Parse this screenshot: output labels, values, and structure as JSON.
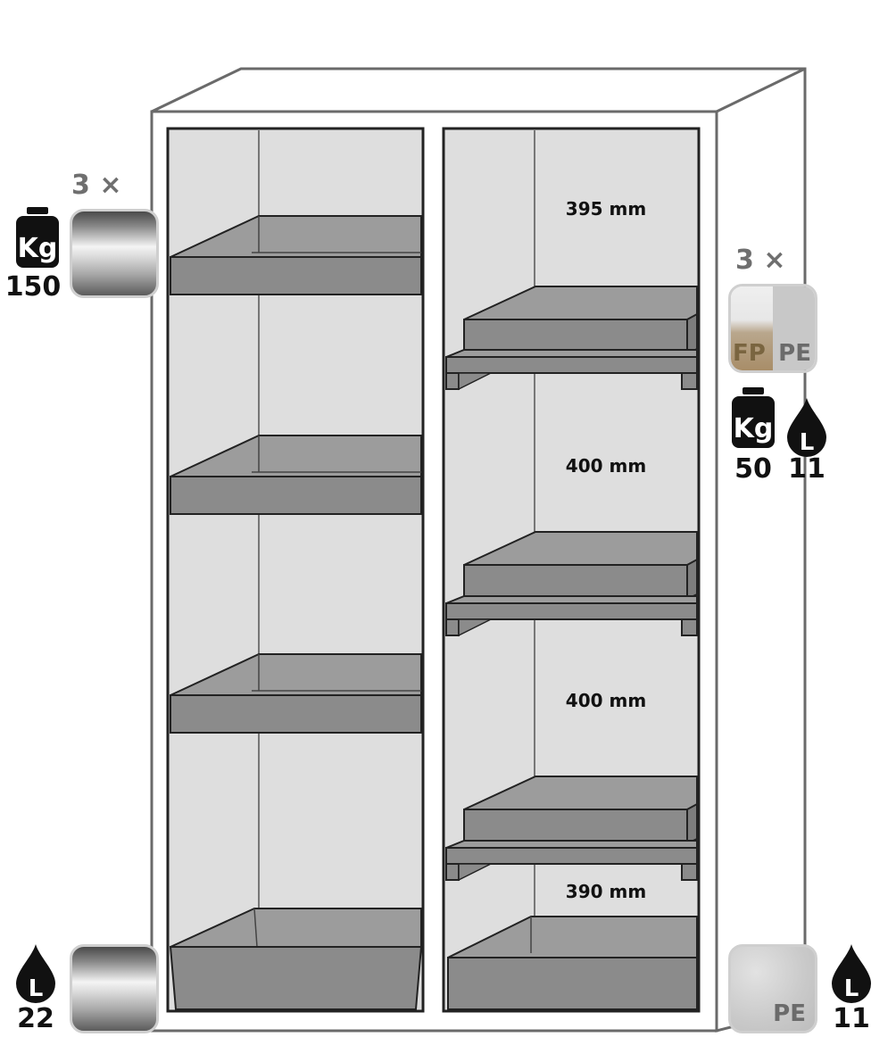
{
  "left_top": {
    "multiplier": "3 ×",
    "load_kg": "150",
    "kg_label": "Kg"
  },
  "left_bottom": {
    "volume_l": "22",
    "l_label": "L"
  },
  "right_top": {
    "multiplier": "3 ×",
    "material_a": "FP",
    "material_b": "PE",
    "load_kg": "50",
    "kg_label": "Kg",
    "volume_l": "11",
    "l_label": "L"
  },
  "right_bottom": {
    "material": "PE",
    "volume_l": "11",
    "l_label": "L"
  },
  "compartment_heights": [
    "395 mm",
    "400 mm",
    "400 mm",
    "390 mm"
  ],
  "colors": {
    "outline": "#222222",
    "cabinet_line": "#6a6a6a",
    "interior": "#dedede",
    "tray": "#8b8b8b",
    "tray_top": "#9c9c9c"
  }
}
